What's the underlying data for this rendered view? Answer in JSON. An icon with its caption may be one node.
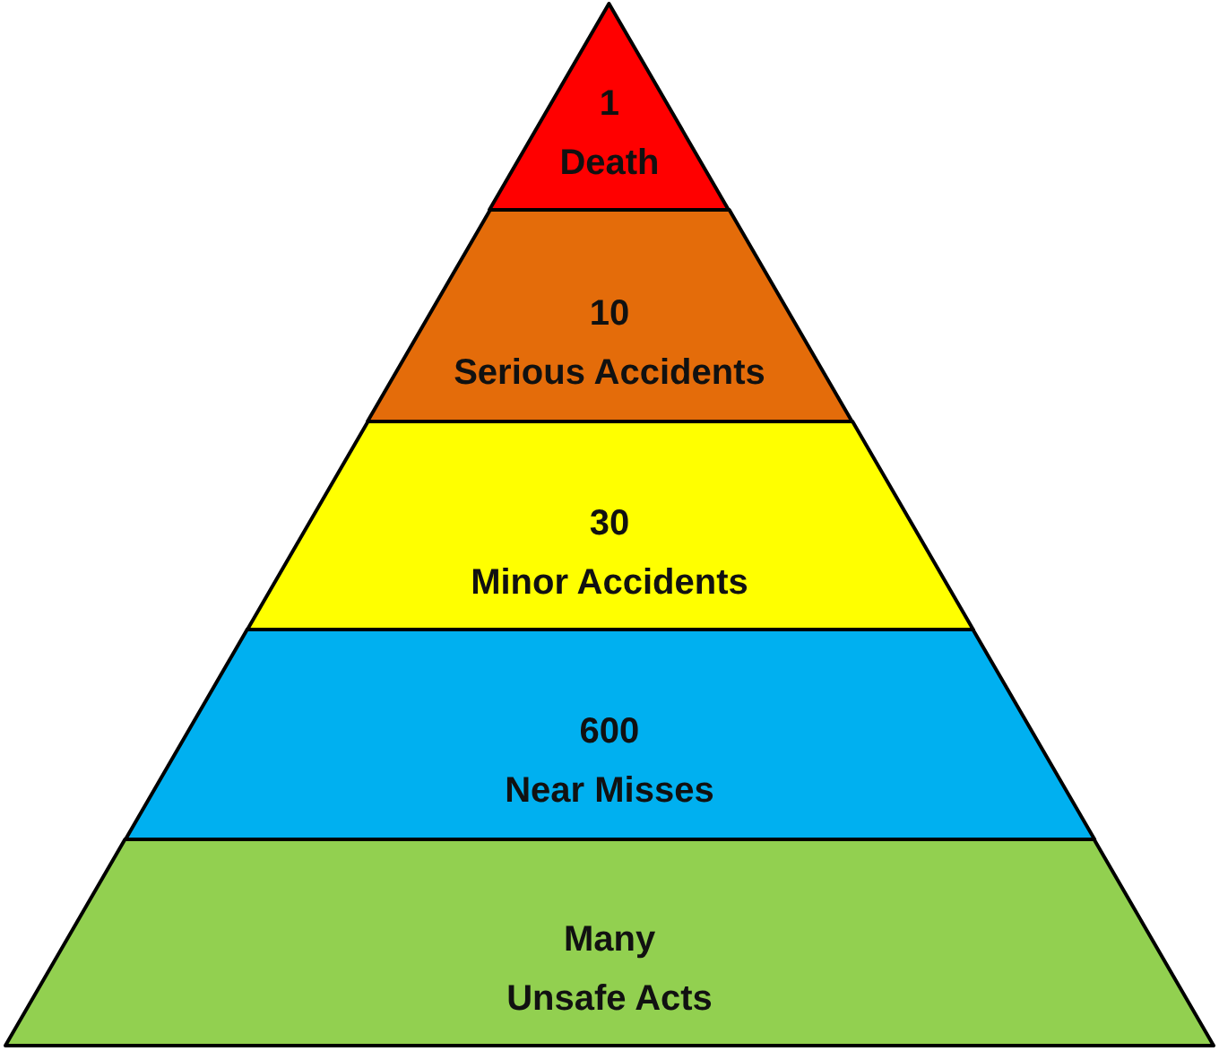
{
  "diagram": {
    "nodes": [
      {
        "text": [
          "1",
          "Death"
        ]
      },
      {
        "text": [
          "10",
          "Serious Accidents"
        ]
      },
      {
        "text": [
          "30",
          "Minor Accidents"
        ]
      },
      {
        "text": [
          "600",
          "Near Misses"
        ]
      },
      {
        "text": [
          "Many",
          "Unsafe Acts"
        ]
      }
    ]
  }
}
